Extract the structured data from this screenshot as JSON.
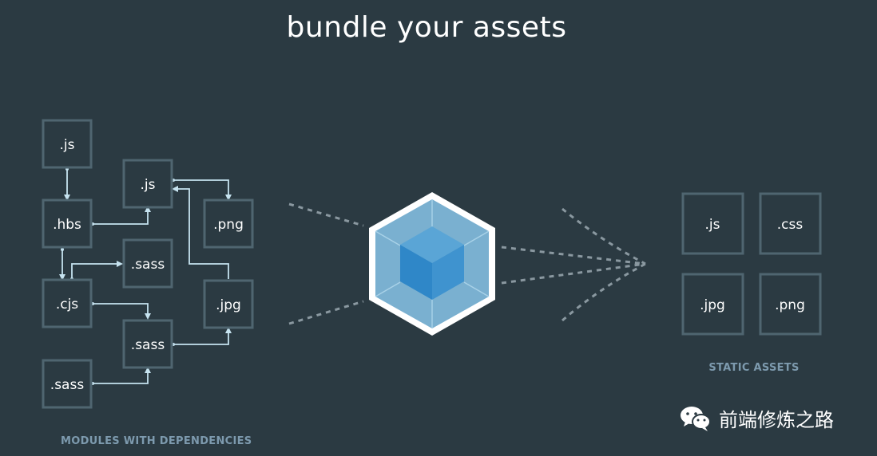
{
  "title": "bundle your assets",
  "modules": {
    "caption": "MODULES WITH DEPENDENCIES",
    "nodes": [
      {
        "id": "js_top",
        "label": ".js"
      },
      {
        "id": "hbs",
        "label": ".hbs"
      },
      {
        "id": "cjs",
        "label": ".cjs"
      },
      {
        "id": "sass_bottom",
        "label": ".sass"
      },
      {
        "id": "js_mid",
        "label": ".js"
      },
      {
        "id": "sass_mid",
        "label": ".sass"
      },
      {
        "id": "sass_low",
        "label": ".sass"
      },
      {
        "id": "png",
        "label": ".png"
      },
      {
        "id": "jpg",
        "label": ".jpg"
      }
    ]
  },
  "static_assets": {
    "caption": "STATIC ASSETS",
    "items": [
      ".js",
      ".css",
      ".jpg",
      ".png"
    ]
  },
  "watermark": {
    "text": "前端修炼之路",
    "icon": "wechat-icon"
  },
  "colors": {
    "background": "#2b3a42",
    "box_border": "#4f6570",
    "edge": "#c6e3f0",
    "cube_outer": "#8ed6fb",
    "cube_inner": "#1c78c0"
  }
}
